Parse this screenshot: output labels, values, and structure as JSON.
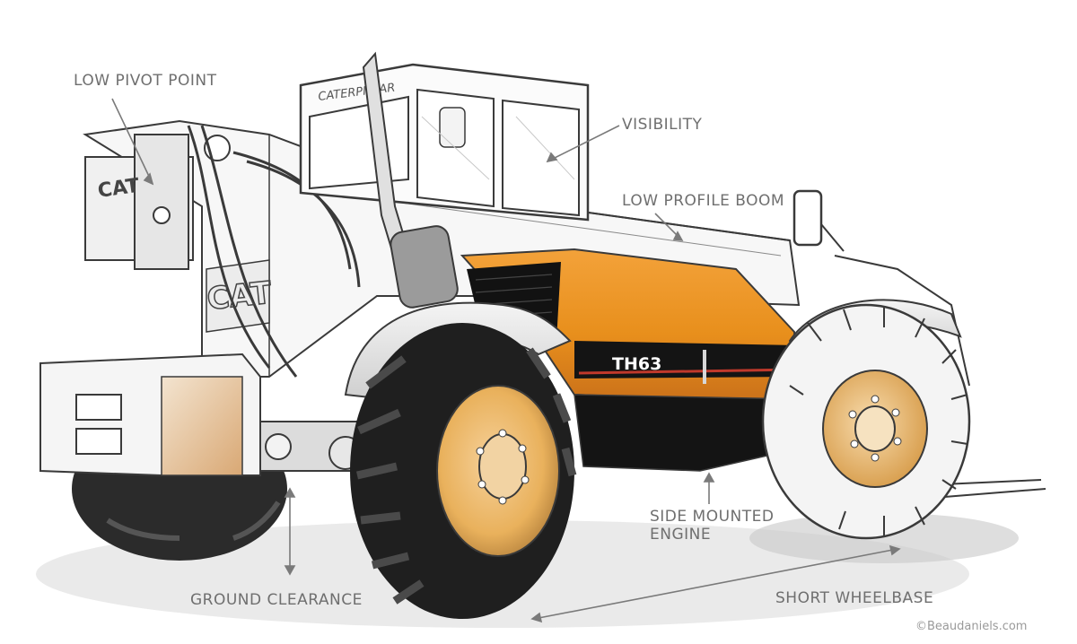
{
  "callouts": {
    "low_pivot_point": "LOW PIVOT POINT",
    "visibility": "VISIBILITY",
    "low_profile_boom": "LOW PROFILE BOOM",
    "side_mounted_engine_line1": "SIDE MOUNTED",
    "side_mounted_engine_line2": "ENGINE",
    "ground_clearance": "GROUND CLEARANCE",
    "short_wheelbase": "SHORT WHEELBASE"
  },
  "machine": {
    "model_badge": "TH63",
    "brand_mark": "CAT",
    "cab_header": "CATERPILLAR"
  },
  "credit": "©Beaudaniels.com",
  "colors": {
    "body_orange": "#e88f1c",
    "panel_black": "#141414",
    "stripe_red": "#c0392b",
    "rim_orange": "#e9b15c",
    "sketch_line": "#3a3a3a",
    "callout_text": "#6f6f6f"
  }
}
